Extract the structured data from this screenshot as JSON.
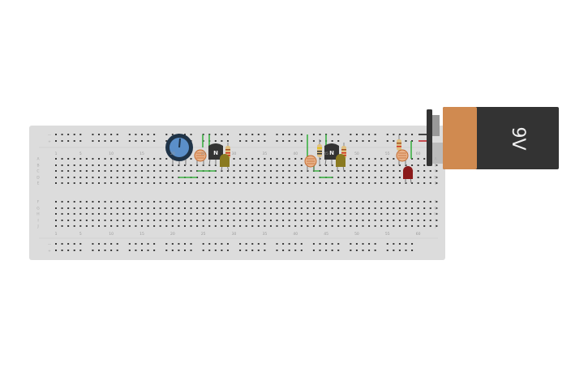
{
  "breadboard": {
    "column_numbers": [
      1,
      5,
      10,
      15,
      20,
      25,
      30,
      35,
      40,
      45,
      50,
      55,
      60
    ],
    "row_letters_top": [
      "A",
      "B",
      "C",
      "D",
      "E"
    ],
    "row_letters_bottom": [
      "F",
      "G",
      "H",
      "I",
      "J"
    ],
    "rail_minus": "—",
    "rail_plus": "+",
    "colors": {
      "board": "#dcdcdc",
      "hole": "#3a3a3a",
      "wire": "#3cb043",
      "minus": "#6fa8dc",
      "plus": "#e07070"
    }
  },
  "battery": {
    "label": "9V",
    "colors": {
      "copper": "#d08a50",
      "body": "#333333"
    }
  },
  "components": {
    "transistor_1_label": "N",
    "transistor_2_label": "N",
    "potentiometer_color": "#5b8fc9",
    "led_colors": {
      "yellow": "#8a7a20",
      "red": "#8b1a1a"
    }
  }
}
